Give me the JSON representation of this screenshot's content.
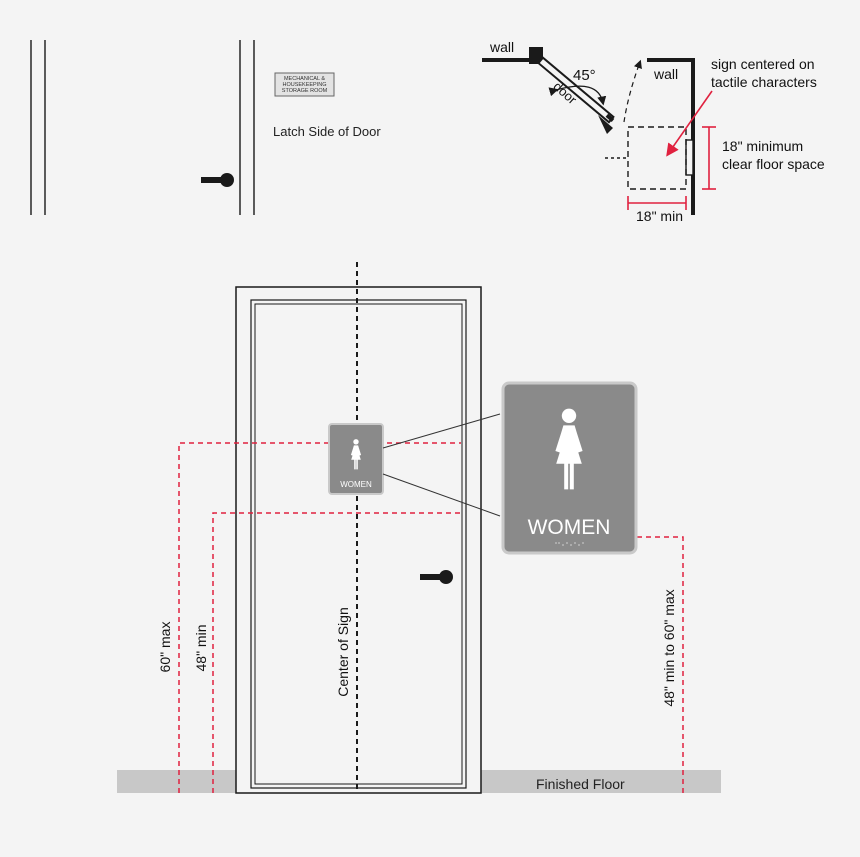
{
  "colors": {
    "background": "#f4f4f4",
    "line": "#1a1a1a",
    "accent_red": "#e0213f",
    "sign_gray": "#8a8a8a",
    "sign_border": "#c9c9c9",
    "floor": "#c8c8c8"
  },
  "top_left": {
    "room_sign_lines": [
      "MECHANICAL &",
      "HOUSEKEEPING",
      "STORAGE ROOM"
    ],
    "latch_label": "Latch Side of Door"
  },
  "plan_view": {
    "wall_left_label": "wall",
    "wall_right_label": "wall",
    "door_label": "door",
    "angle_label": "45°",
    "sign_note_lines": [
      "sign centered on",
      "tactile characters"
    ],
    "clear_space_lines": [
      "18\" minimum",
      "clear floor space"
    ],
    "width_label": "18\" min"
  },
  "elevation": {
    "small_sign_label": "WOMEN",
    "large_sign_label": "WOMEN",
    "center_label": "Center of Sign",
    "max_label": "60\" max",
    "min_label": "48\" min",
    "range_label": "48\" min to 60\" max",
    "floor_label": "Finished Floor",
    "icon": "woman-restroom-icon"
  }
}
